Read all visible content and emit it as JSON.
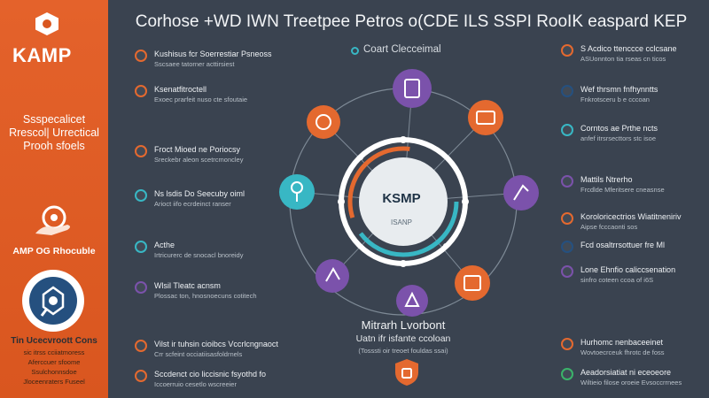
{
  "colors": {
    "background": "#3a4350",
    "panel": "#e4622b",
    "orange": "#e4692f",
    "teal": "#38b7c4",
    "purple": "#7b52ab",
    "navy": "#25507f"
  },
  "header": {
    "title": "Corhose +WD IWN Treetpee Petros o(CDE ILS SSPI RooIK easpard KEP",
    "subtitle": "Coart Clecceimal"
  },
  "sidebar": {
    "logo_text": "KAMP",
    "heading": [
      "Ssspecalicet",
      "Rrescol| Urrectical",
      "Prooh sfoels"
    ],
    "caption": "AMP OG Rhocuble",
    "footer_title": "Tin Ucecvroott Cons",
    "footer_lines": [
      "sic itrss cciiatmoress",
      "Aferccuer sfoome",
      "Ssulchonnsdoe",
      "Jloceenraters Fuseel"
    ]
  },
  "hub": {
    "label": "KSMP",
    "sublabel": "ISANP"
  },
  "footer": {
    "title": "Mitrarh Lvorbont",
    "line1": "Uatn ifr isfante ccoloan",
    "line2": "(Tosssti oir treoet fouldas ssai)"
  },
  "left_items": [
    {
      "icon": "shield-icon",
      "color": "#e4692f",
      "title": "Kushisus fcr Soerrestiar Psneoss",
      "desc": "Sscsaee tatorner acttirsiest"
    },
    {
      "icon": "download-icon",
      "color": "#e4692f",
      "title": "Ksenatfitroctell",
      "desc": "Exoec prarfeit nuso cte sfoutaie"
    },
    {
      "icon": "phone-icon",
      "color": "#e4692f",
      "title": "Froct Mioed ne Poriocsy",
      "desc": "Sreckebr aleon scetrcmoncley"
    },
    {
      "icon": "info-icon",
      "color": "#38b7c4",
      "title": "Ns lsdis Do Seecuby oiml",
      "desc": "Arioct iifo ecrdeinct ranser"
    },
    {
      "icon": "gear-icon",
      "color": "#38b7c4",
      "title": "Acthe",
      "desc": "Irtricurerc de snocacl bnoreidy"
    },
    {
      "icon": "search-icon",
      "color": "#7b52ab",
      "title": "Wlsil Tleatc acnsm",
      "desc": "Plossac ton, hnosnoecuns cotitech"
    },
    {
      "icon": "b-icon",
      "color": "#e4692f",
      "title": "Vilst ir tuhsin cioibcs Vccrlcngnaoct",
      "desc": "Crr scfeint occiatiisasfoldrnels"
    },
    {
      "icon": "seal-icon",
      "color": "#e4692f",
      "title": "Sccdenct cio liccisnic fsyothd fo",
      "desc": "Iccoerruio cesetlo wscreeier"
    }
  ],
  "right_items": [
    {
      "icon": "lock-icon",
      "color": "#e4692f",
      "title": "S Acdico ttenccce cclcsane",
      "desc": "ASUonnton tia rseas cn ticos"
    },
    {
      "icon": "pin-icon",
      "color": "#25507f",
      "title": "Wef thrsmn fnfhynntts",
      "desc": "Fnkrotsceru b e cccoan"
    },
    {
      "icon": "comment-icon",
      "color": "#38b7c4",
      "title": "Corntos ae Prthe ncts",
      "desc": "anfef itrsrsecttors stc isoe"
    },
    {
      "icon": "target-icon",
      "color": "#7b52ab",
      "title": "Mattils Ntrerho",
      "desc": "Frcdlde Mferitsere cneasnse"
    },
    {
      "icon": "user-icon",
      "color": "#e4692f",
      "title": "Koroloricectrios Wiatitneniriv",
      "desc": "Aipse fcccaonti sos"
    },
    {
      "icon": "chart-icon",
      "color": "#25507f",
      "title": "Fcd osaltrrsottuer fre Ml",
      "desc": ""
    },
    {
      "icon": "tag-icon",
      "color": "#7b52ab",
      "title": "Lone Ehnfio caliccsenation",
      "desc": "sinfro coteen ccoa of i6S"
    },
    {
      "icon": "arrow-icon",
      "color": "#e4692f",
      "title": "Hurhomc nenbaceeinet",
      "desc": "Wovtoecrceuk fhrotc de foss"
    },
    {
      "icon": "leaf-icon",
      "color": "#3bb36a",
      "title": "Aeadorsiatiat ni eceoeore",
      "desc": "Wiltieio filose oroeie Evsoccrrnees"
    }
  ]
}
